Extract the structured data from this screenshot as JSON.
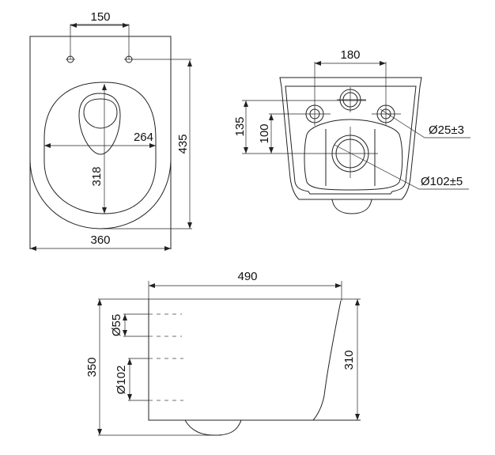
{
  "top_view": {
    "seat_hole_spacing": "150",
    "seat_width": "264",
    "seat_length": "318",
    "total_length": "435",
    "total_width": "360"
  },
  "front_view": {
    "inlet_spacing": "180",
    "height_135": "135",
    "height_100": "100",
    "mount_hole_diameter": "Ø25±3",
    "drain_diameter": "Ø102±5"
  },
  "side_view": {
    "depth": "490",
    "total_height": "350",
    "body_height": "310",
    "inlet_diameter": "Ø55",
    "outlet_diameter": "Ø102"
  }
}
